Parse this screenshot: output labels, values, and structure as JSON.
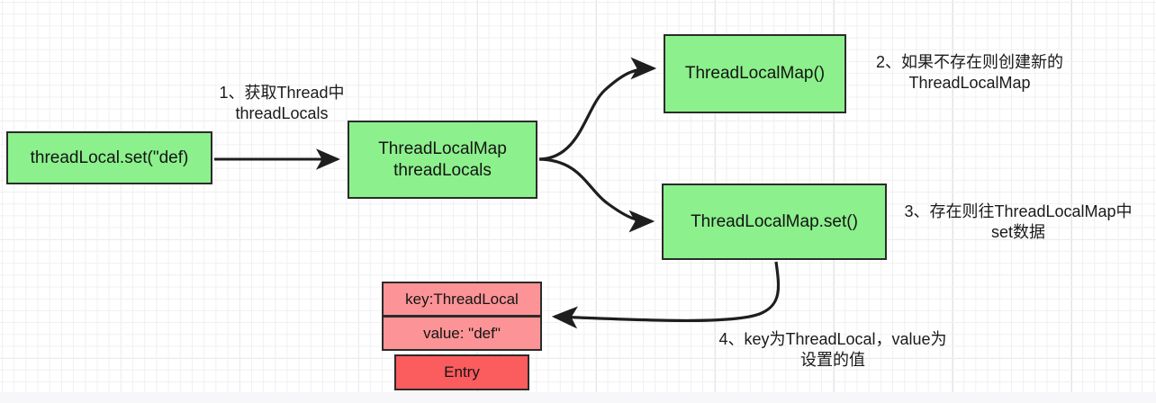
{
  "diagram": {
    "title": "ThreadLocal set flow",
    "colors": {
      "green_fill": "#8cf08c",
      "pink_fill": "#fc9396",
      "red_fill": "#fb5c5e",
      "stroke": "#2b2b2b",
      "grid": "#e4e4e8",
      "background": "#ffffff"
    },
    "nodes": {
      "threadlocal_set": "threadLocal.set(\"def)",
      "threadlocalmap_threadlocals": "ThreadLocalMap\nthreadLocals",
      "threadlocalmap_ctor": "ThreadLocalMap()",
      "threadlocalmap_set": "ThreadLocalMap.set()",
      "entry_key": "key:ThreadLocal",
      "entry_value": "value: \"def\"",
      "entry_title": "Entry"
    },
    "labels": {
      "step_1": "1、获取Thread中\nthreadLocals",
      "step_2": "2、如果不存在则创建新的\nThreadLocalMap",
      "step_3": "3、存在则往ThreadLocalMap中\nset数据",
      "step_4": "4、key为ThreadLocal，value为\n设置的值"
    },
    "edges": [
      {
        "name": "edge-set-to-threadlocals",
        "from": "threadlocal_set",
        "to": "threadlocalmap_threadlocals",
        "style": "straight-arrow"
      },
      {
        "name": "edge-threadlocals-to-ctor",
        "from": "threadlocalmap_threadlocals",
        "to": "threadlocalmap_ctor",
        "style": "curved-arrow"
      },
      {
        "name": "edge-threadlocals-to-set",
        "from": "threadlocalmap_threadlocals",
        "to": "threadlocalmap_set",
        "style": "curved-arrow"
      },
      {
        "name": "edge-set-to-entry",
        "from": "threadlocalmap_set",
        "to": "entry_key",
        "style": "curved-arrow"
      }
    ]
  }
}
